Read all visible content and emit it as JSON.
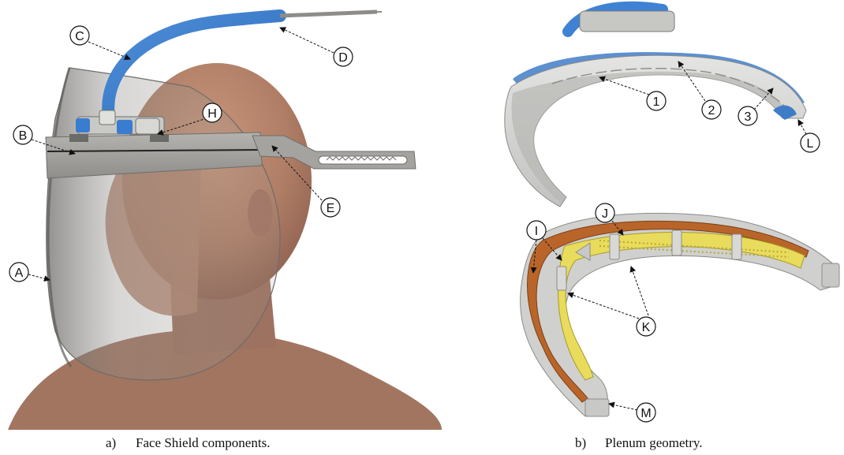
{
  "panel_a": {
    "labels": {
      "A": "A",
      "B": "B",
      "C": "C",
      "D": "D",
      "E": "E",
      "H": "H"
    },
    "caption_num": "a)",
    "caption_text": "Face Shield components."
  },
  "panel_b": {
    "labels": {
      "one": "1",
      "two": "2",
      "three": "3",
      "L": "L",
      "I": "I",
      "J": "J",
      "K": "K",
      "M": "M"
    },
    "caption_num": "b)",
    "caption_text": "Plenum geometry."
  }
}
